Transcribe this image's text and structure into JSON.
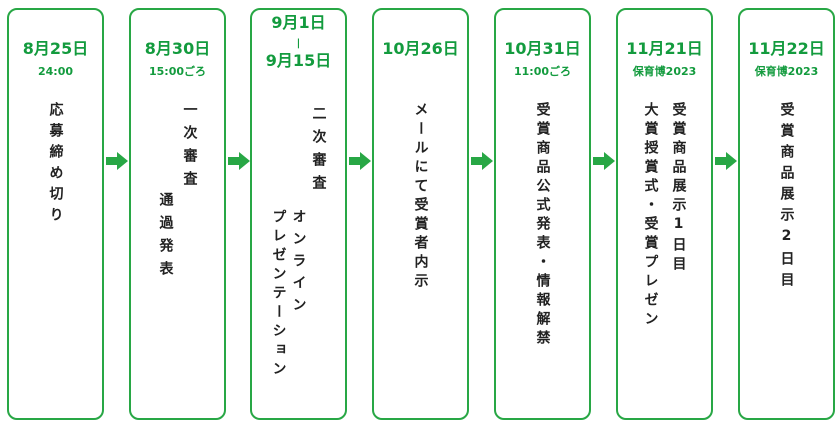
{
  "colors": {
    "accent": "#28a745",
    "accent_text": "#139b3e",
    "arrow": "#28a745",
    "text": "#222222"
  },
  "steps": [
    {
      "date": "8月25日",
      "sub": "24:00",
      "lines": [
        "応募締め切り"
      ]
    },
    {
      "date": "8月30日",
      "sub": "15:00ごろ",
      "lines": [
        "一次審査",
        "通過発表"
      ]
    },
    {
      "date_top": "9月1日",
      "date_sep": "|",
      "date_bottom": "9月15日",
      "lines": [
        "二次審査",
        "オンライン",
        "プレゼンテーション"
      ]
    },
    {
      "date": "10月26日",
      "lines": [
        "メールにて受賞者内示"
      ]
    },
    {
      "date": "10月31日",
      "sub": "11:00ごろ",
      "lines": [
        "受賞商品公式発表・情報解禁"
      ]
    },
    {
      "date": "11月21日",
      "sub": "保育博2023",
      "lines": [
        "受賞商品展示1日目",
        "大賞授賞式・受賞プレゼン"
      ]
    },
    {
      "date": "11月22日",
      "sub": "保育博2023",
      "lines": [
        "受賞商品展示2日目"
      ]
    }
  ]
}
